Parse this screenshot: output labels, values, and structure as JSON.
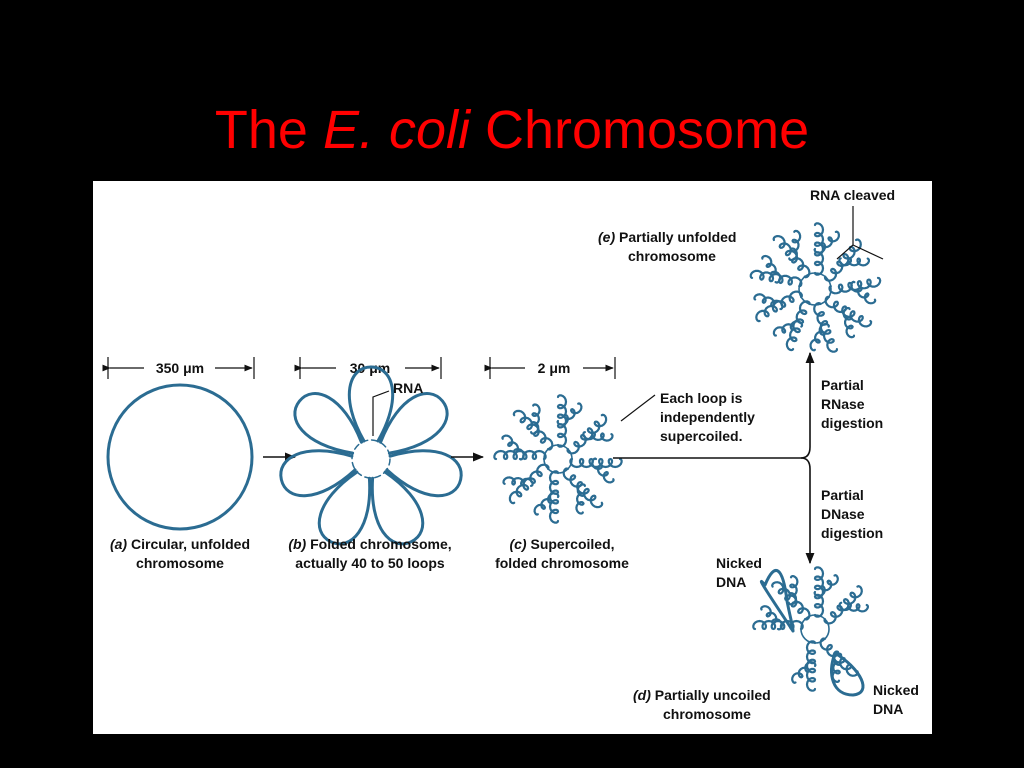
{
  "title": {
    "part1": "The ",
    "part2": "E. coli",
    "part3": " Chromosome"
  },
  "figure": {
    "panel_a": {
      "scale": "350 μm",
      "caption_letter": "(a)",
      "caption_line1": "Circular, unfolded",
      "caption_line2": "chromosome"
    },
    "panel_b": {
      "scale": "30 μm",
      "rna_label": "RNA",
      "caption_letter": "(b)",
      "caption_line1": "Folded chromosome,",
      "caption_line2": "actually 40 to 50 loops"
    },
    "panel_c": {
      "scale": "2 μm",
      "callout_line1": "Each loop is",
      "callout_line2": "independently",
      "callout_line3": "supercoiled.",
      "caption_letter": "(c)",
      "caption_line1": "Supercoiled,",
      "caption_line2": "folded chromosome"
    },
    "panel_e": {
      "rna_cleaved": "RNA cleaved",
      "caption_letter": "(e)",
      "caption_line1": "Partially unfolded",
      "caption_line2": "chromosome"
    },
    "panel_d": {
      "nicked_dna_1_line1": "Nicked",
      "nicked_dna_1_line2": "DNA",
      "nicked_dna_2_line1": "Nicked",
      "nicked_dna_2_line2": "DNA",
      "caption_letter": "(d)",
      "caption_line1": "Partially uncoiled",
      "caption_line2": "chromosome"
    },
    "rnase_step": {
      "line1": "Partial",
      "line2": "RNase",
      "line3": "digestion"
    },
    "dnase_step": {
      "line1": "Partial",
      "line2": "DNase",
      "line3": "digestion"
    }
  },
  "colors": {
    "title": "#ff0000",
    "background": "#000000",
    "dna_strand": "#2b6c92"
  }
}
